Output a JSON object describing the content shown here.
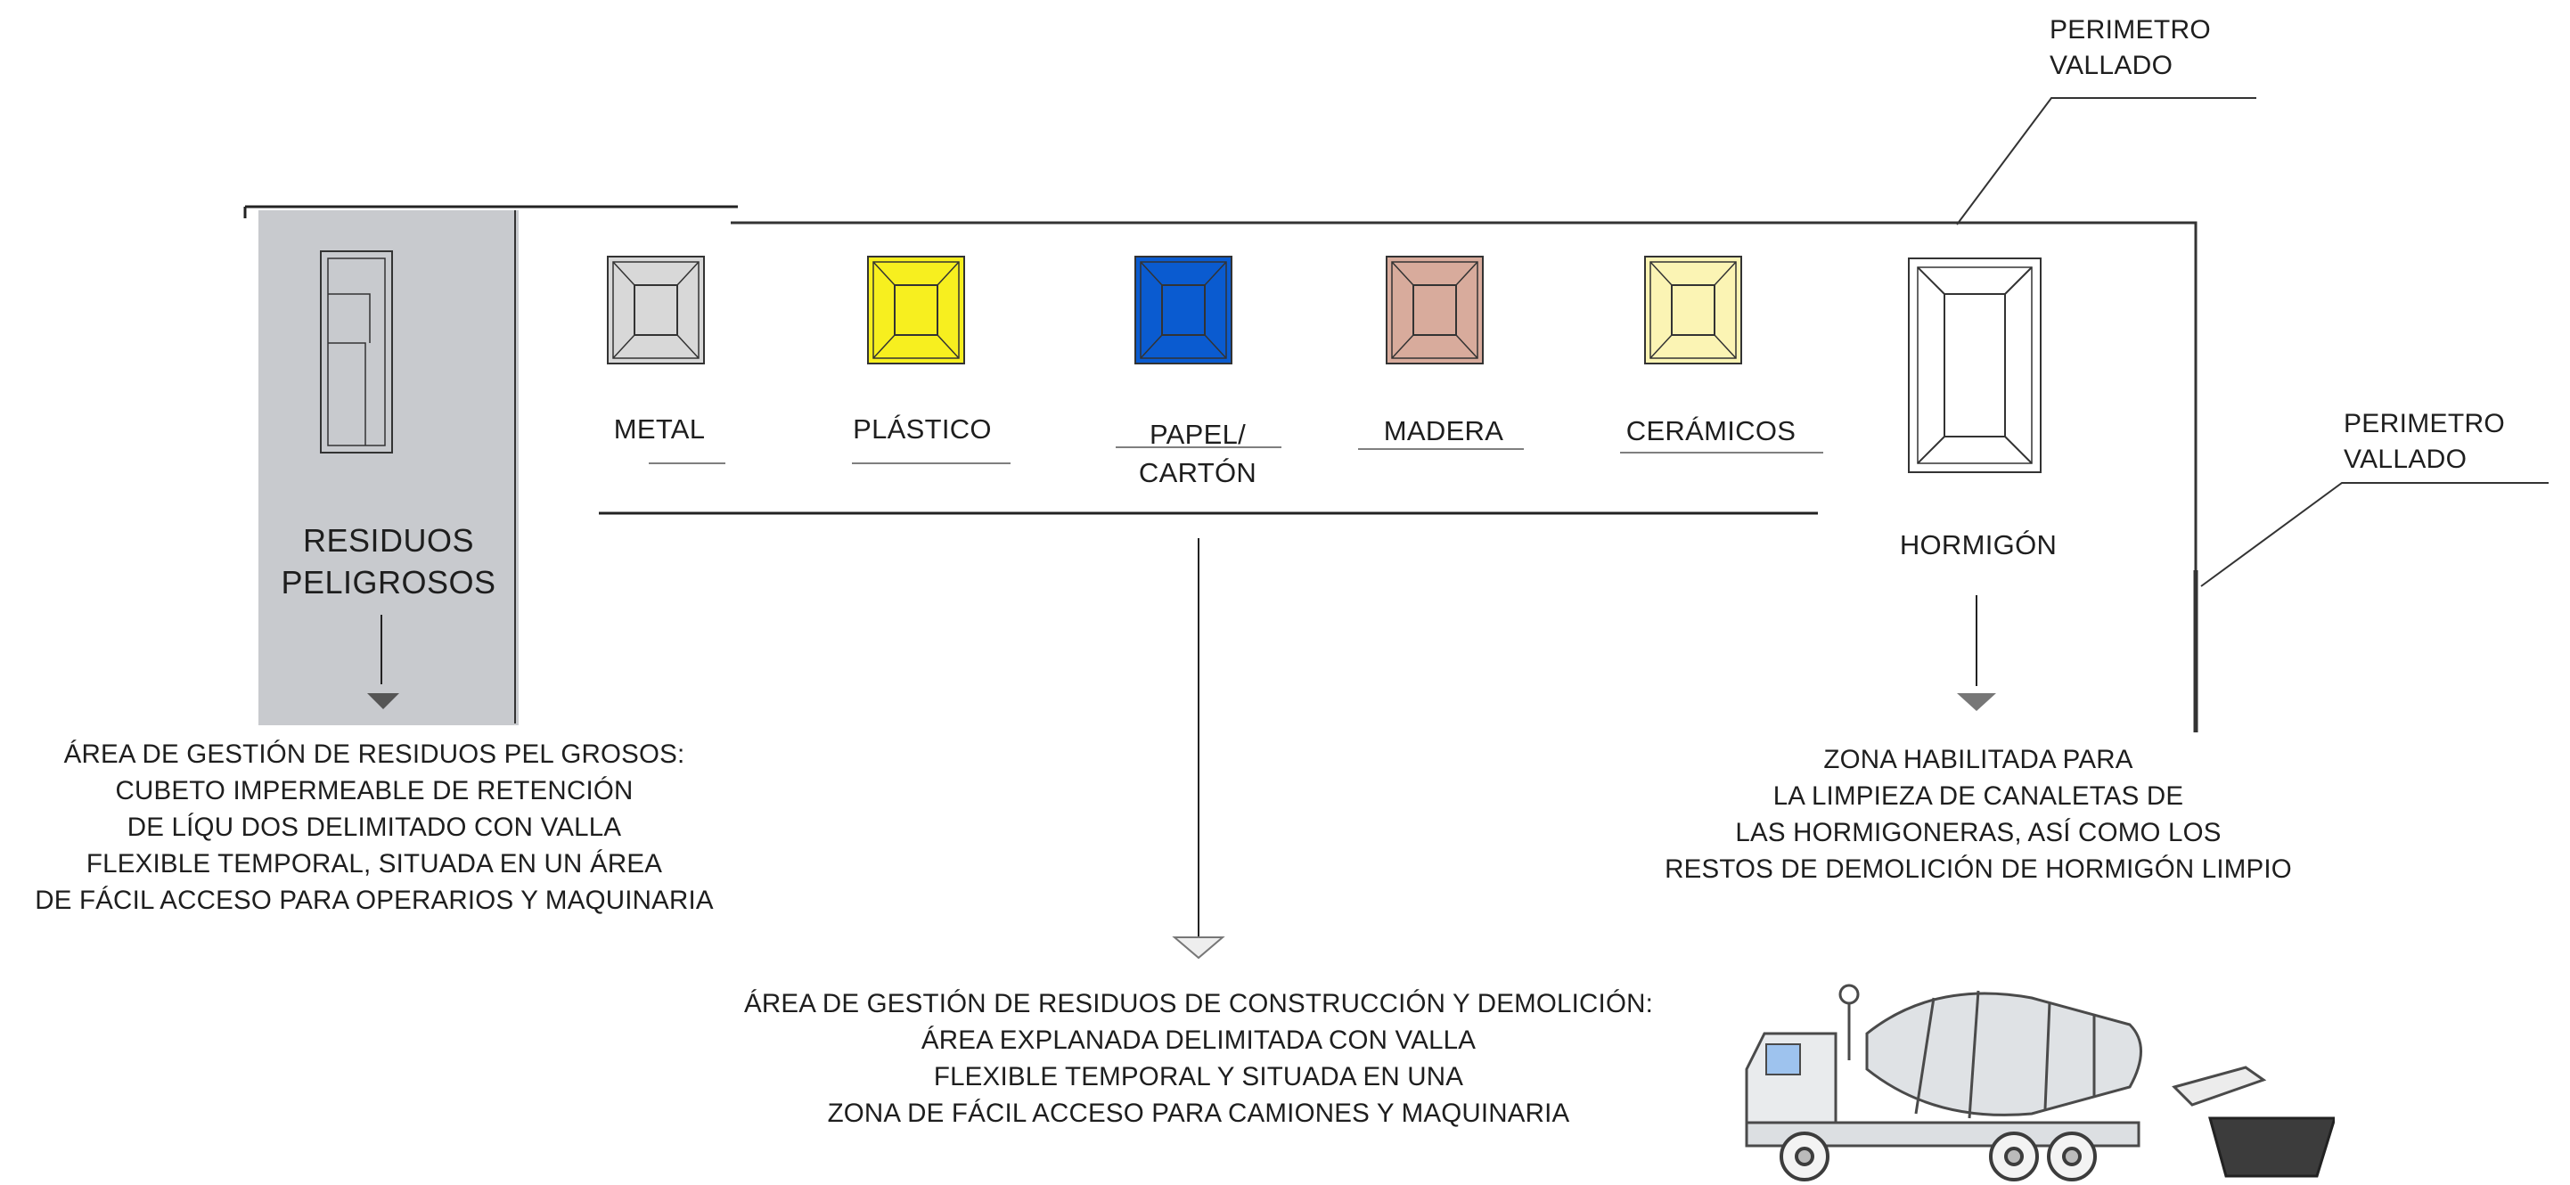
{
  "perimeter_labels": [
    {
      "line1": "PERIMETRO",
      "line2": "VALLADO"
    },
    {
      "line1": "PERIMETRO",
      "line2": "VALLADO"
    }
  ],
  "hazardous_block": {
    "line1": "RESIDUOS",
    "line2": "PELIGROSOS",
    "fill": "#c8cace"
  },
  "bins": [
    {
      "label": "METAL",
      "color": "#d8d8d8"
    },
    {
      "label": "PLÁSTICO",
      "color": "#f7ef1f"
    },
    {
      "label": "PAPEL/",
      "label2": "CARTÓN",
      "color": "#0a5bd0"
    },
    {
      "label": "MADERA",
      "color": "#d8ab9c"
    },
    {
      "label": "CERÁMICOS",
      "color": "#fbf4b4"
    }
  ],
  "concrete": {
    "label": "HORMIGÓN"
  },
  "hazardous_area_text": [
    "ÁREA DE GESTIÓN DE RESIDUOS PEL GROSOS:",
    "CUBETO IMPERMEABLE DE RETENCIÓN",
    "DE LÍQU DOS DELIMITADO CON VALLA",
    "FLEXIBLE TEMPORAL, SITUADA EN UN ÁREA",
    "DE FÁCIL ACCESO PARA OPERARIOS Y MAQUINARIA"
  ],
  "concrete_area_text": [
    "ZONA HABILITADA PARA",
    "LA LIMPIEZA DE CANALETAS DE",
    "LAS HORMIGONERAS, ASÍ COMO LOS",
    "RESTOS DE DEMOLICIÓN DE HORMIGÓN LIMPIO"
  ],
  "construction_area_text": [
    "ÁREA DE GESTIÓN DE RESIDUOS DE CONSTRUCCIÓN Y DEMOLICIÓN:",
    "ÁREA EXPLANADA DELIMITADA CON VALLA",
    "FLEXIBLE TEMPORAL Y SITUADA EN UNA",
    "ZONA DE FÁCIL ACCESO PARA CAMIONES Y MAQUINARIA"
  ],
  "truck_icon": "concrete-mixer-truck-icon"
}
